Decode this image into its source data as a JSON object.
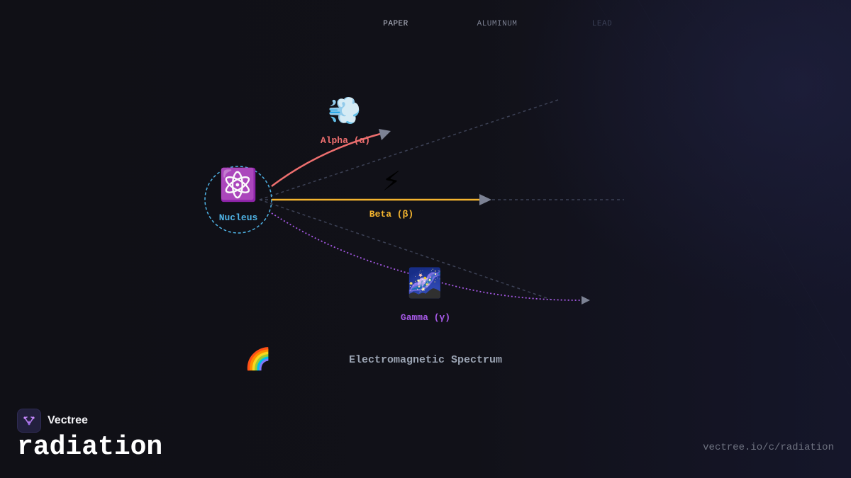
{
  "barriers": {
    "paper": "PAPER",
    "aluminum": "ALUMINUM",
    "lead": "LEAD"
  },
  "nucleus": {
    "icon": "⚛️",
    "label": "Nucleus"
  },
  "rays": {
    "alpha": {
      "icon": "💨",
      "label": "Alpha (α)",
      "color": "#ee6f6f"
    },
    "beta": {
      "icon": "⚡",
      "label": "Beta (β)",
      "color": "#f5b52f"
    },
    "gamma": {
      "icon": "🌌",
      "label": "Gamma (γ)",
      "color": "#a659e6"
    }
  },
  "spectrum": {
    "icon": "🌈",
    "label": "Electromagnetic Spectrum"
  },
  "brand": {
    "name": "Vectree"
  },
  "page": {
    "title": "radiation",
    "url": "vectree.io/c/radiation"
  },
  "colors": {
    "nucleus": "#4fb3e6",
    "arrowhead": "#7c8294",
    "guide": "#3d4256"
  }
}
